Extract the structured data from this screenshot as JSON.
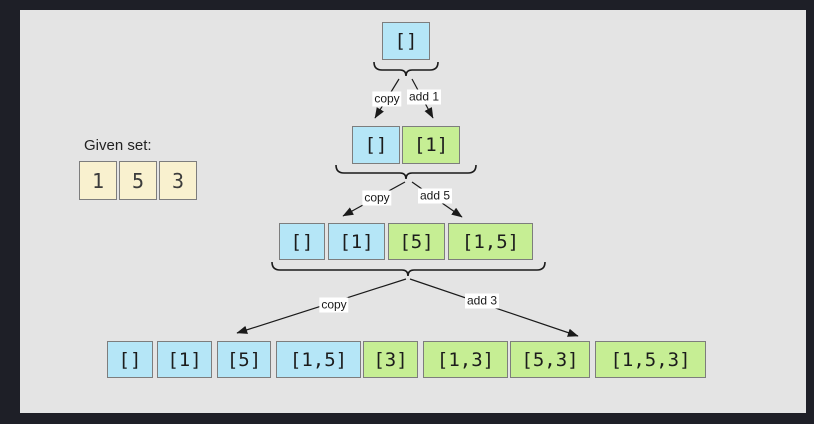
{
  "colors": {
    "window_border": "#1e1f27",
    "panel_background": "#e4e4e4",
    "copy_box": "#b5e6f7",
    "new_box": "#c6ee94",
    "given_box": "#f9f1cf",
    "box_border": "#7d7d7d",
    "arrow": "#1a1a1a",
    "label_background": "#ffffff"
  },
  "given_set": {
    "title": "Given set:",
    "items": [
      "1",
      "5",
      "3"
    ]
  },
  "levels": [
    {
      "boxes": [
        {
          "label": "[]"
        }
      ]
    },
    {
      "boxes": [
        {
          "label": "[]"
        },
        {
          "label": "[1]"
        }
      ]
    },
    {
      "boxes": [
        {
          "label": "[]"
        },
        {
          "label": "[1]"
        },
        {
          "label": "[5]"
        },
        {
          "label": "[1,5]"
        }
      ]
    },
    {
      "boxes": [
        {
          "label": "[]"
        },
        {
          "label": "[1]"
        },
        {
          "label": "[5]"
        },
        {
          "label": "[1,5]"
        },
        {
          "label": "[3]"
        },
        {
          "label": "[1,3]"
        },
        {
          "label": "[5,3]"
        },
        {
          "label": "[1,5,3]"
        }
      ]
    }
  ],
  "transitions": [
    {
      "copy": "copy",
      "add": "add 1"
    },
    {
      "copy": "copy",
      "add": "add 5"
    },
    {
      "copy": "copy",
      "add": "add 3"
    }
  ]
}
